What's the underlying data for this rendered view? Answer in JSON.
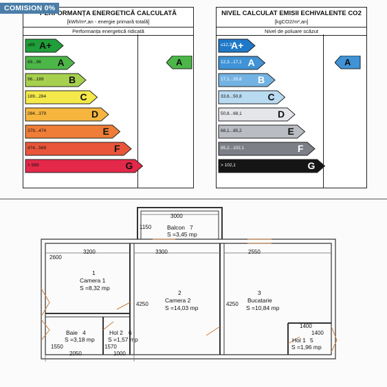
{
  "badge": "COMISION 0%",
  "energy": {
    "title": "PERFORMANȚA ENERGETICĂ CALCULATĂ",
    "unit": "[kWh/m²,an - energie primară totală]",
    "note": "Performanța energetică ridicată",
    "rating": "A",
    "classes": [
      {
        "letter": "A+",
        "range": "≤69",
        "color": "#1f9e3a",
        "text": "#111"
      },
      {
        "letter": "A",
        "range": "69...96",
        "color": "#4cb748",
        "text": "#111"
      },
      {
        "letter": "B",
        "range": "96...189",
        "color": "#a6d04e",
        "text": "#111"
      },
      {
        "letter": "C",
        "range": "189...284",
        "color": "#f4e84a",
        "text": "#111"
      },
      {
        "letter": "D",
        "range": "284...379",
        "color": "#f6b63e",
        "text": "#111"
      },
      {
        "letter": "E",
        "range": "379...474",
        "color": "#ef7d38",
        "text": "#111"
      },
      {
        "letter": "F",
        "range": "474...569",
        "color": "#e8553a",
        "text": "#111"
      },
      {
        "letter": "G",
        "range": "> 569",
        "color": "#e3284a",
        "text": "#111"
      }
    ]
  },
  "emissions": {
    "title": "NIVEL CALCULAT EMISII ECHIVALENTE CO2",
    "unit": "[kgCO2/m²,an]",
    "note": "Nivel de poluare scăzut",
    "rating": "A",
    "classes": [
      {
        "letter": "A+",
        "range": "≤12,3",
        "color": "#1f78c8",
        "text": "#fff"
      },
      {
        "letter": "A",
        "range": "12,3...17,1",
        "color": "#3f93d6",
        "text": "#fff"
      },
      {
        "letter": "B",
        "range": "17,1...33,6",
        "color": "#73b3e3",
        "text": "#fff"
      },
      {
        "letter": "C",
        "range": "33,6...50,8",
        "color": "#b9dbf1",
        "text": "#111"
      },
      {
        "letter": "D",
        "range": "50,8...68,1",
        "color": "#e4e6ea",
        "text": "#111"
      },
      {
        "letter": "E",
        "range": "68,1...85,2",
        "color": "#b9bcc2",
        "text": "#111"
      },
      {
        "letter": "F",
        "range": "85,2...102,1",
        "color": "#7c7f86",
        "text": "#fff"
      },
      {
        "letter": "G",
        "range": "> 102,1",
        "color": "#151515",
        "text": "#fff"
      }
    ]
  },
  "floorplan": {
    "rooms": [
      {
        "id": "balcon",
        "number": "7",
        "name": "Balcon",
        "area": "S =3,45 mp"
      },
      {
        "id": "camera1",
        "number": "1",
        "name": "Camera 1",
        "area": "S =8,32 mp"
      },
      {
        "id": "camera2",
        "number": "2",
        "name": "Camera 2",
        "area": "S =14,03 mp"
      },
      {
        "id": "bucatarie",
        "number": "3",
        "name": "Bucatarie",
        "area": "S =10,84 mp"
      },
      {
        "id": "baie",
        "number": "4",
        "name": "Baie",
        "area": "S =3,18 mp"
      },
      {
        "id": "hol2",
        "number": "6",
        "name": "Hol 2",
        "area": "S =1,57 mp"
      },
      {
        "id": "hol1",
        "number": "5",
        "name": "Hol 1",
        "area": "S =1,96 mp"
      }
    ],
    "dimensions": {
      "d3000": "3000",
      "d1150": "1150",
      "d2600": "2600",
      "d3200": "3200",
      "d3300": "3300",
      "d2550": "2550",
      "d4250a": "4250",
      "d4250b": "4250",
      "d1400a": "1400",
      "d1400b": "1400",
      "d1550": "1550",
      "d2050": "2050",
      "d1570": "1570",
      "d1000": "1000"
    }
  }
}
